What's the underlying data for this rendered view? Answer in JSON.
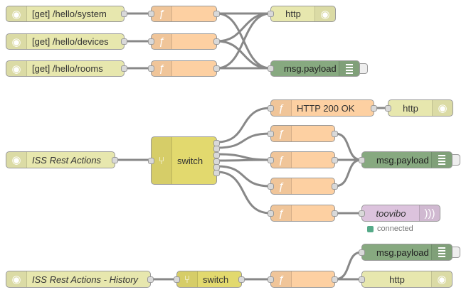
{
  "flow1": {
    "inputs": [
      "[get] /hello/system",
      "[get] /hello/devices",
      "[get] /hello/rooms"
    ],
    "response_label": "http",
    "debug_label": "msg.payload"
  },
  "flow2": {
    "input_label": "ISS Rest Actions",
    "switch_label": "switch",
    "func_http_label": "HTTP 200 OK",
    "response_label": "http",
    "debug_label": "msg.payload",
    "toovibo_label": "toovibo",
    "toovibo_status": "connected"
  },
  "flow3": {
    "input_label": "ISS Rest Actions - History",
    "switch_label": "switch",
    "debug_label": "msg.payload",
    "response_label": "http"
  },
  "icons": {
    "function": "function-icon",
    "globe": "globe-icon",
    "debug": "list-icon",
    "switch": "switch-icon",
    "toovibo": "wireless-icon"
  },
  "colors": {
    "http": "#e7e7ae",
    "function": "#fdd0a2",
    "debug": "#87a980",
    "switch": "#e2d96e",
    "toovibo": "#dcc3dd",
    "wire": "#888888",
    "status_connected": "#55aa88"
  }
}
